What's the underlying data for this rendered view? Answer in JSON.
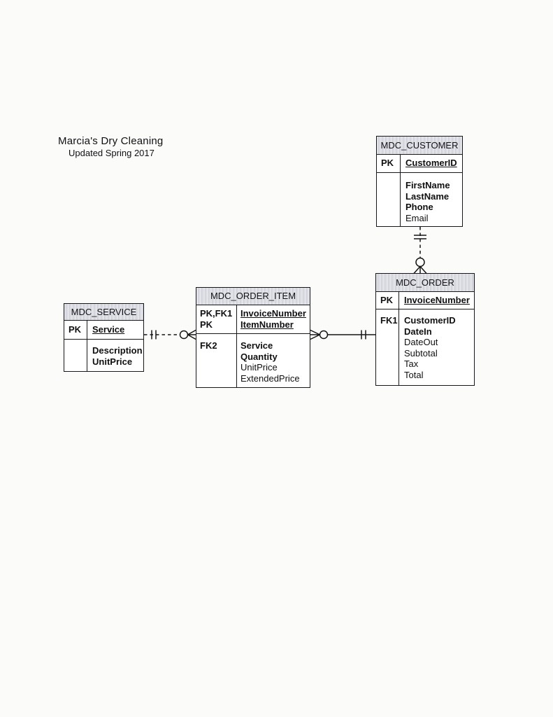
{
  "title": {
    "line1": "Marcia's Dry Cleaning",
    "line2": "Updated Spring 2017"
  },
  "colors": {
    "page_background": "#fbfbfa",
    "entity_header_fill": "#d6d6dd",
    "entity_border": "#17171b",
    "line_color": "#141414"
  },
  "tables": {
    "customer": {
      "title": "MDC_CUSTOMER",
      "key_labels": [
        "PK"
      ],
      "key_attrs": [
        "CustomerID"
      ],
      "fk_label": "",
      "attrs": [
        "FirstName",
        "LastName",
        "Phone",
        "Email"
      ]
    },
    "order": {
      "title": "MDC_ORDER",
      "key_labels": [
        "PK"
      ],
      "key_attrs": [
        "InvoiceNumber"
      ],
      "fk_label": "FK1",
      "attrs": [
        "CustomerID",
        "DateIn",
        "DateOut",
        "Subtotal",
        "Tax",
        "Total"
      ]
    },
    "order_item": {
      "title": "MDC_ORDER_ITEM",
      "key_labels": [
        "PK,FK1",
        "PK"
      ],
      "key_attrs": [
        "InvoiceNumber",
        "ItemNumber"
      ],
      "fk_label": "FK2",
      "attrs": [
        "Service",
        "Quantity",
        "UnitPrice",
        "ExtendedPrice"
      ]
    },
    "service": {
      "title": "MDC_SERVICE",
      "key_labels": [
        "PK"
      ],
      "key_attrs": [
        "Service"
      ],
      "fk_label": "",
      "attrs": [
        "Description",
        "UnitPrice"
      ]
    }
  },
  "relationships": [
    {
      "parent": "MDC_CUSTOMER",
      "child": "MDC_ORDER",
      "parent_cardinality": "one-and-only-one",
      "child_cardinality": "zero-or-many",
      "line_style": "dashed"
    },
    {
      "parent": "MDC_SERVICE",
      "child": "MDC_ORDER_ITEM",
      "parent_cardinality": "one-and-only-one",
      "child_cardinality": "zero-or-many",
      "line_style": "dashed"
    },
    {
      "parent": "MDC_ORDER",
      "child": "MDC_ORDER_ITEM",
      "parent_cardinality": "one-and-only-one",
      "child_cardinality": "zero-or-many",
      "line_style": "solid"
    }
  ]
}
